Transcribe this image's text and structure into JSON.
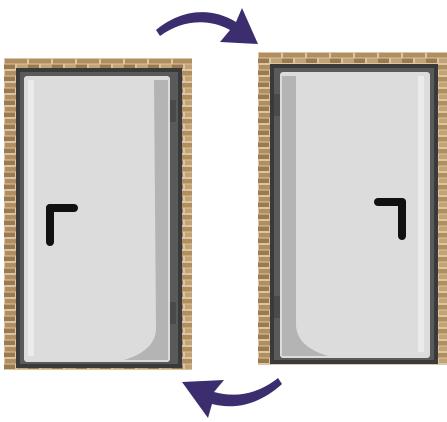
{
  "scene": {
    "colors": {
      "brick_light": "#c9a77a",
      "brick_mid": "#a88458",
      "brick_dark": "#6e5237",
      "mortar": "#d8c6a6",
      "frame": "#3a3a3a",
      "frame_inner": "#5a5a5a",
      "door_leaf": "#dcdcdc",
      "door_shadow": "#b4b4b4",
      "door_highlight": "#f1f1f1",
      "handle": "#111111",
      "hinge": "#4a4a4a",
      "arrow": "#3c2e6e"
    },
    "left_door": {
      "hinge_side": "right",
      "handle_side": "left",
      "handle_icon": "lever-handle-icon"
    },
    "right_door": {
      "hinge_side": "left",
      "handle_side": "right",
      "handle_icon": "lever-handle-icon"
    },
    "arrows": {
      "top": {
        "icon": "curved-arrow-right-icon"
      },
      "bottom": {
        "icon": "curved-arrow-left-icon"
      }
    }
  }
}
